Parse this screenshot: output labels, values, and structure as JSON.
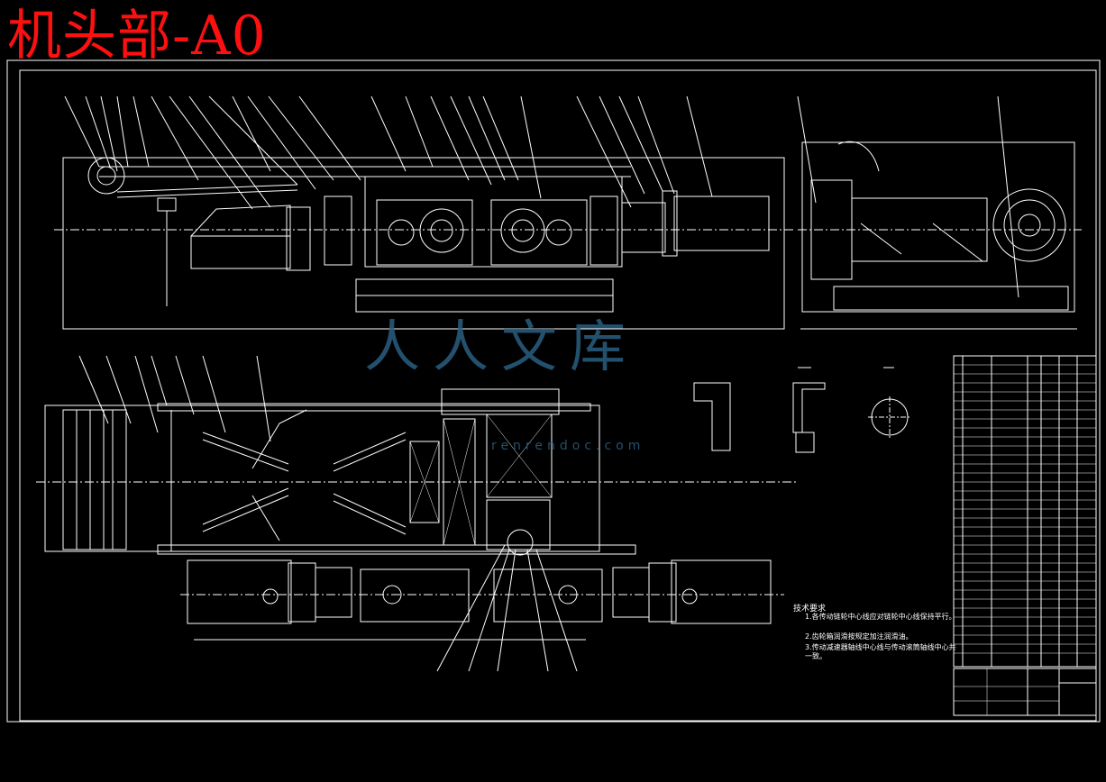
{
  "title": "机头部-A0",
  "tech_requirements": {
    "heading": "技术要求",
    "items": [
      "1.各传动链轮中心线应对链轮中心线保持平行。",
      "2.齿轮箱润滑按规定加注润滑油。",
      "3.传动减速器轴线中心线与传动滚筒轴线中心共一致。"
    ]
  },
  "watermark": {
    "text": "人人文库",
    "url": "renrendoc.com"
  },
  "colors": {
    "background": "#000000",
    "title": "#ff1010",
    "lines": "#ffffff",
    "watermark": "#2a5f80"
  }
}
